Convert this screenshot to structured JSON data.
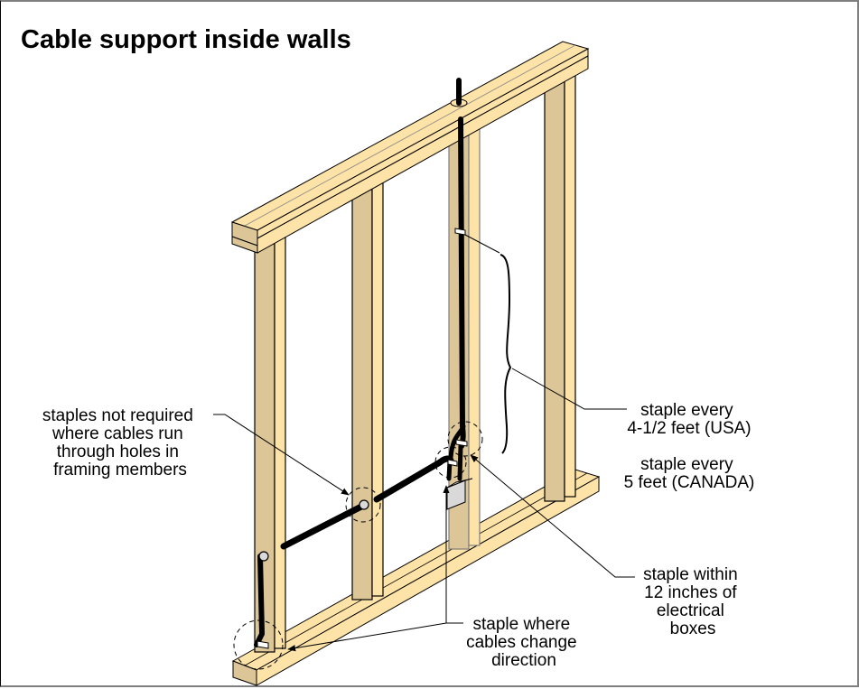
{
  "title": "Cable support inside walls",
  "colors": {
    "wood_face": "#fde3a7",
    "wood_side": "#dcc596",
    "cable": "#000000",
    "box": "#d9d9d9",
    "frame_border": "#7f7f7f"
  },
  "callouts": {
    "no_staples": [
      "staples not required",
      "where cables run",
      "through holes in",
      "framing members"
    ],
    "usa": [
      "staple every",
      "4-1/2 feet (USA)"
    ],
    "canada": [
      "staple every",
      "5 feet (CANADA)"
    ],
    "boxes": [
      "staple within",
      "12 inches of",
      "electrical",
      "boxes"
    ],
    "direction": [
      "staple where",
      "cables change",
      "direction"
    ]
  }
}
